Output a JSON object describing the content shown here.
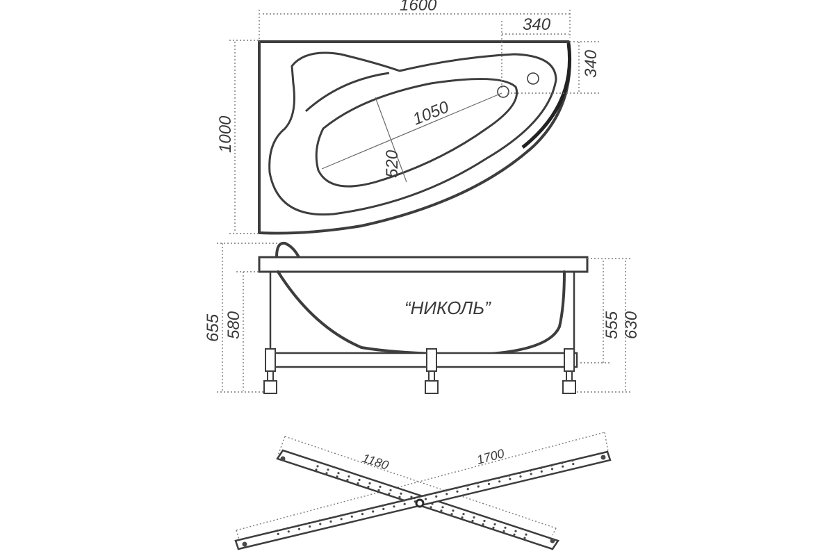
{
  "top_view": {
    "overall_width": "1600",
    "corner_width": "340",
    "corner_depth": "340",
    "overall_depth": "1000",
    "inner_length": "1050",
    "inner_width": "520"
  },
  "side_view": {
    "model_name": "“НИКОЛЬ”",
    "total_height": "655",
    "rim_height": "580",
    "bowl_depth": "555",
    "right_height": "630"
  },
  "frame_view": {
    "short_bar_length": "1180",
    "long_bar_length": "1700"
  }
}
